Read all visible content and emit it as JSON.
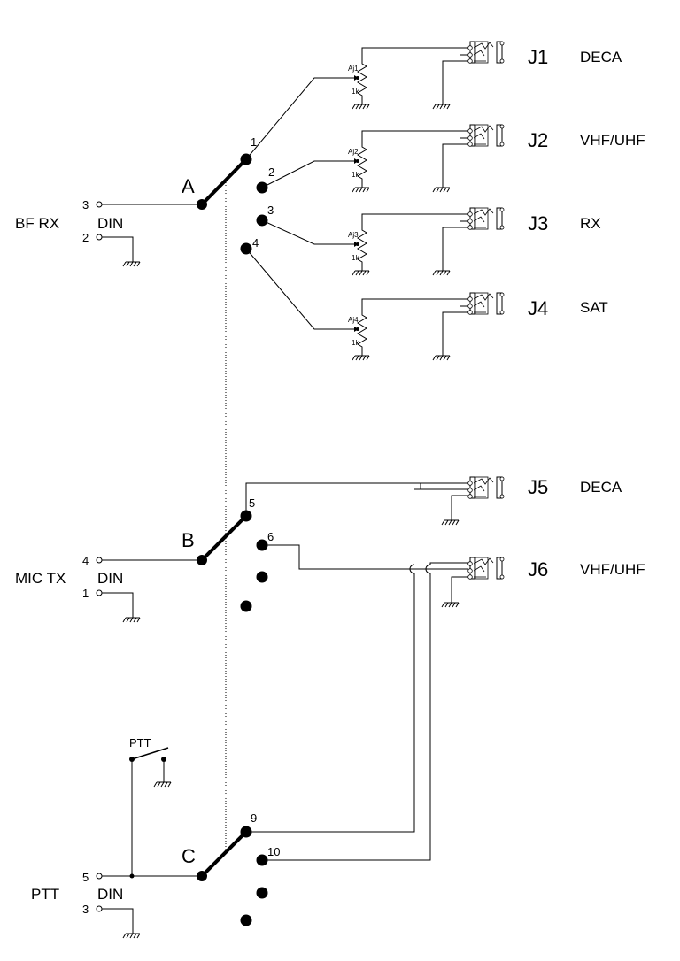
{
  "switches": [
    {
      "letter": "A",
      "positions": [
        "1",
        "2",
        "3",
        "4"
      ]
    },
    {
      "letter": "B",
      "positions": [
        "5",
        "6"
      ]
    },
    {
      "letter": "C",
      "positions": [
        "9",
        "10"
      ]
    }
  ],
  "din_inputs": [
    {
      "name": "BF RX",
      "connector": "DIN",
      "pins": [
        "3",
        "2"
      ]
    },
    {
      "name": "MIC TX",
      "connector": "DIN",
      "pins": [
        "4",
        "1"
      ]
    },
    {
      "name": "PTT",
      "connector": "DIN",
      "pins": [
        "5",
        "3"
      ]
    }
  ],
  "ptt_button_label": "PTT",
  "jacks": [
    {
      "id": "J1",
      "label": "DECA",
      "trimmer": "Aj1",
      "value": "1k"
    },
    {
      "id": "J2",
      "label": "VHF/UHF",
      "trimmer": "Aj2",
      "value": "1k"
    },
    {
      "id": "J3",
      "label": "RX",
      "trimmer": "Aj3",
      "value": "1k"
    },
    {
      "id": "J4",
      "label": "SAT",
      "trimmer": "Aj4",
      "value": "1k"
    },
    {
      "id": "J5",
      "label": "DECA"
    },
    {
      "id": "J6",
      "label": "VHF/UHF"
    }
  ]
}
